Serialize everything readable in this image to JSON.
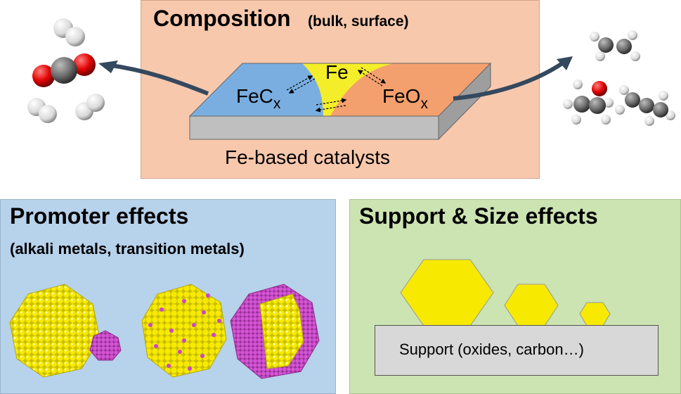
{
  "composition": {
    "title": "Composition",
    "subtitle": "(bulk, surface)",
    "catalyst_label": "Fe-based catalysts",
    "phases": {
      "fe": "Fe",
      "fec": {
        "base": "FeC",
        "sub": "x"
      },
      "feo": {
        "base": "FeO",
        "sub": "x"
      }
    }
  },
  "promoter": {
    "title": "Promoter effects",
    "subtitle": "(alkali metals, transition metals)"
  },
  "support": {
    "title": "Support & Size effects",
    "box_label": "Support (oxides, carbon…)"
  },
  "colors": {
    "top_panel": "#f8c8ad",
    "promoter_panel": "#b7d2eb",
    "support_panel": "#cce3b2",
    "fec_region": "#7aaee0",
    "fe_region": "#f4ee2a",
    "feo_region": "#f4a06e",
    "particle_yellow": "#f7ea00",
    "promoter_magenta": "#cc44cc",
    "arrow": "#34495e"
  }
}
